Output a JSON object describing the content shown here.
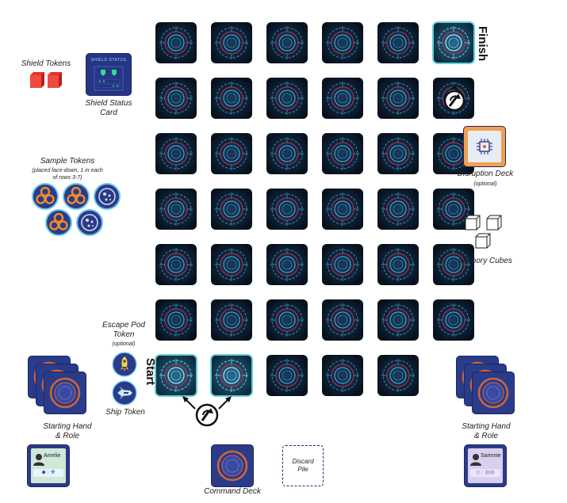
{
  "board": {
    "rows": 7,
    "cols": 6,
    "last_row_cols": 5
  },
  "labels": {
    "finish": "Finish",
    "start": "Start",
    "shield_tokens": "Shield Tokens",
    "shield_status_line1": "Shield Status",
    "shield_status_line2": "Card",
    "shield_card_header": "SHIELD STATUS",
    "sample_tokens": "Sample Tokens",
    "sample_tokens_note_line1": "(placed face-down, 1 in each",
    "sample_tokens_note_line2": "of rows 3-7)",
    "disruption_deck": "Disruption Deck",
    "disruption_optional": "(optional)",
    "memory_cubes": "Memory Cubes",
    "escape_pod_line1": "Escape Pod",
    "escape_pod_line2": "Token",
    "escape_pod_optional": "(optional)",
    "ship_token": "Ship Token",
    "starting_hand_left_line1": "Starting Hand",
    "starting_hand_left_line2": "& Role",
    "starting_hand_right_line1": "Starting Hand",
    "starting_hand_right_line2": "& Role",
    "command_deck": "Command Deck",
    "discard_line1": "Discard",
    "discard_line2": "Pile",
    "role_left_name": "Amelie",
    "role_right_name": "Sammie"
  },
  "colors": {
    "shield_red": "#e4322b",
    "card_blue": "#2a3b8a",
    "tile_cyan": "#5fd0e0",
    "biohazard_orange": "#f08a24",
    "disruption_orange": "#f0a050"
  },
  "icons": {
    "finish_arrow": "rotation-arrow-icon",
    "start_arrows": "rotation-arrow-icon",
    "escape_pod": "rocket-icon",
    "ship": "ship-icon",
    "sample": "biohazard-icon",
    "memory": "cube-icon"
  }
}
